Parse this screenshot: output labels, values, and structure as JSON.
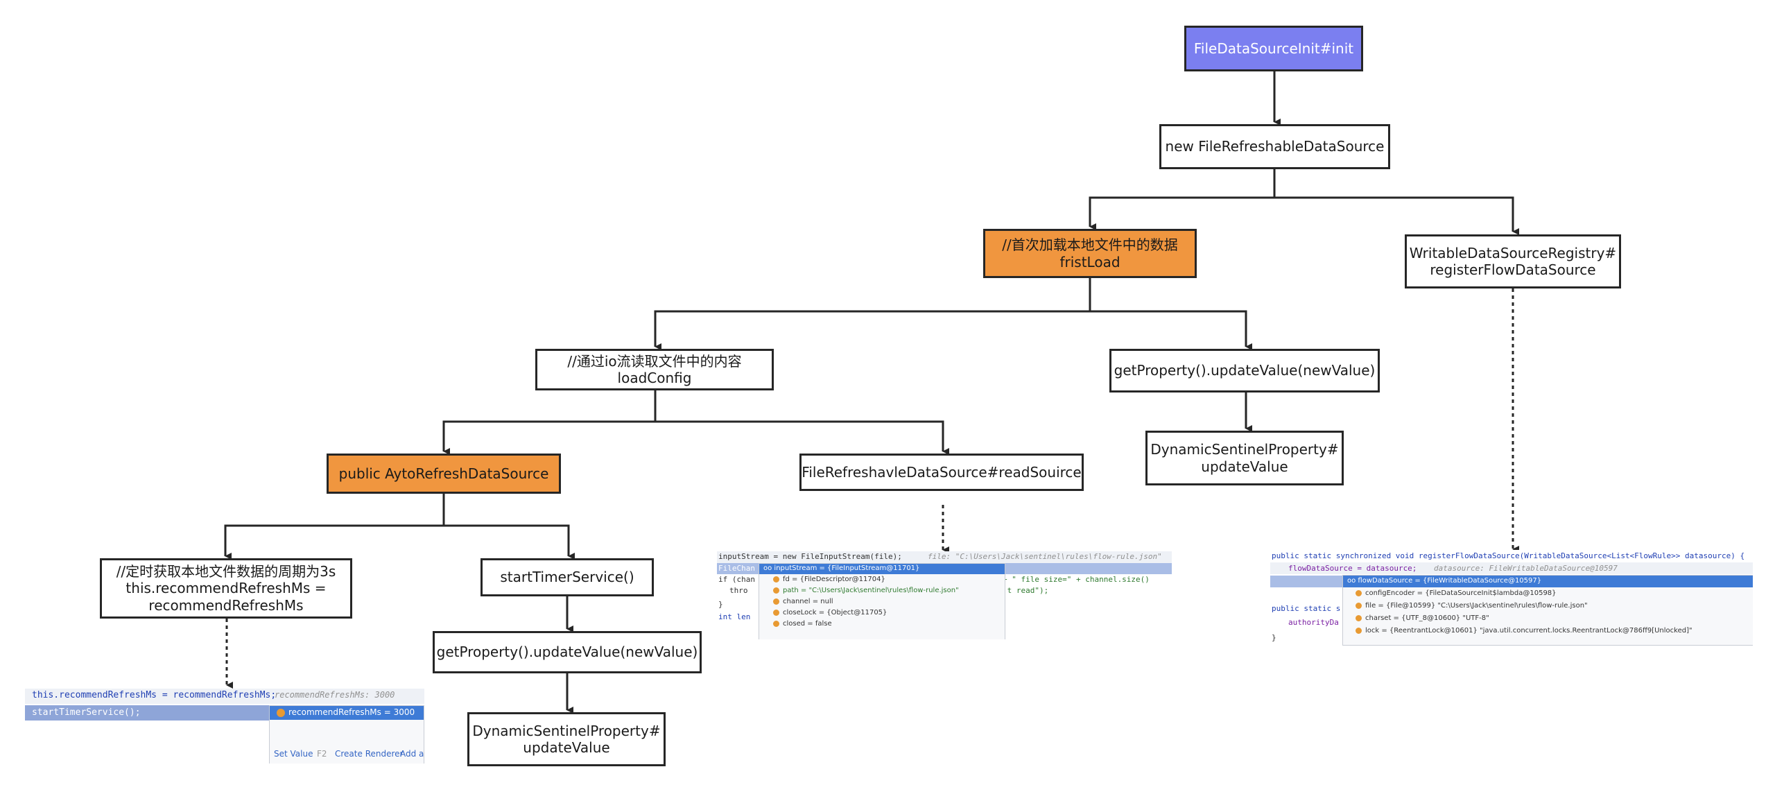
{
  "diagram": {
    "nodes": {
      "init": [
        "FileDataSourceInit#init"
      ],
      "new_fds": [
        "new FileRefreshableDataSource"
      ],
      "first_load": [
        "//首次加载本地文件中的数据",
        "fristLoad"
      ],
      "registry": [
        "WritableDataSourceRegistry#",
        "registerFlowDataSource"
      ],
      "load_config": [
        "//通过io流读取文件中的内容",
        "loadConfig"
      ],
      "update_value_1": [
        "getProperty().updateValue(newValue)"
      ],
      "dsp_1": [
        "DynamicSentinelProperty#",
        "updateValue"
      ],
      "auto_refresh": [
        "public AytoRefreshDataSource"
      ],
      "read_source": [
        "FileRefreshavleDataSource#readSouirce"
      ],
      "timer_comment": [
        "//定时获取本地文件数据的周期为3s",
        "this.recommendRefreshMs =",
        "recommendRefreshMs"
      ],
      "start_timer": [
        "startTimerService()"
      ],
      "update_value_2": [
        "getProperty().updateValue(newValue)"
      ],
      "dsp_2": [
        "DynamicSentinelProperty#",
        "updateValue"
      ]
    },
    "colors": {
      "blue": "#7b7ff0",
      "orange": "#f0963f",
      "line": "#262626"
    }
  },
  "snippet_timer": {
    "code_line_1": "this.recommendRefreshMs = recommendRefreshMs;",
    "code_hint_1": "recommendRefreshMs: 3000",
    "code_line_2": "startTimerService();",
    "popup_row": "recommendRefreshMs = 3000",
    "footer_set_value": "Set Value",
    "footer_shortcut": "F2",
    "footer_create_renderer": "Create Renderer",
    "footer_add": "Add a"
  },
  "snippet_read": {
    "line_1": "inputStream = new FileInputStream(file);",
    "line_1_hint": "file: \"C:\\Users\\Jack\\sentinel\\rules\\flow-rule.json\"",
    "line_2": "FileChan",
    "line_3": "if (chan",
    "line_4": "thro",
    "line_5": "}",
    "line_6": "int len",
    "line_3_tail": "+ \" file size=\" + channel.size()",
    "line_4_tail": "'t read\");",
    "popup_rows": [
      "oo inputStream = {FileInputStream@11701}",
      "fd = {FileDescriptor@11704}",
      "path = \"C:\\Users\\Jack\\sentinel\\rules\\flow-rule.json\"",
      "channel = null",
      "closeLock = {Object@11705}",
      "closed = false"
    ]
  },
  "snippet_registry": {
    "line_1": "public static synchronized void registerFlowDataSource(WritableDataSource<List<FlowRule>> datasource) {",
    "line_2": "flowDataSource = datasource;",
    "line_2_hint": "datasource: FileWritableDataSource@10597",
    "line_3": "public static s",
    "line_4": "authorityDa",
    "line_5": "}",
    "popup_rows": [
      "oo flowDataSource = {FileWritableDataSource@10597}",
      "configEncoder = {FileDataSourceInit$lambda@10598}",
      "file = {File@10599} \"C:\\Users\\Jack\\sentinel\\rules\\flow-rule.json\"",
      "charset = {UTF_8@10600} \"UTF-8\"",
      "lock = {ReentrantLock@10601} \"java.util.concurrent.locks.ReentrantLock@786ff9[Unlocked]\""
    ]
  }
}
